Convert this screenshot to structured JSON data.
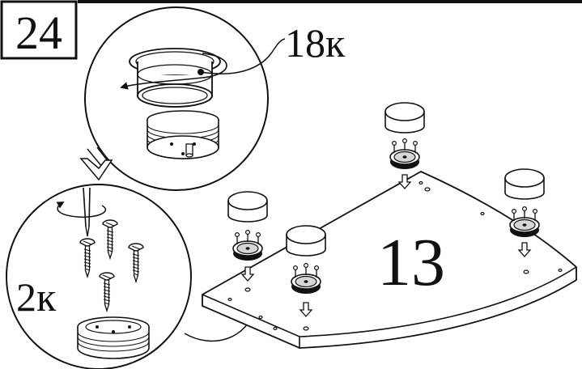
{
  "step": {
    "number": "24"
  },
  "callouts": {
    "caps_qty": "18к",
    "screws_qty": "2к",
    "part_number": "13"
  },
  "colors": {
    "ink": "#111111",
    "paper": "#ffffff",
    "fill_gray": "#d6d6d6"
  },
  "icons": [
    "rotation-arrow-icon",
    "down-arrow-icon",
    "screwdriver-icon",
    "screw-icon",
    "leveling-foot-icon",
    "cap-icon"
  ]
}
